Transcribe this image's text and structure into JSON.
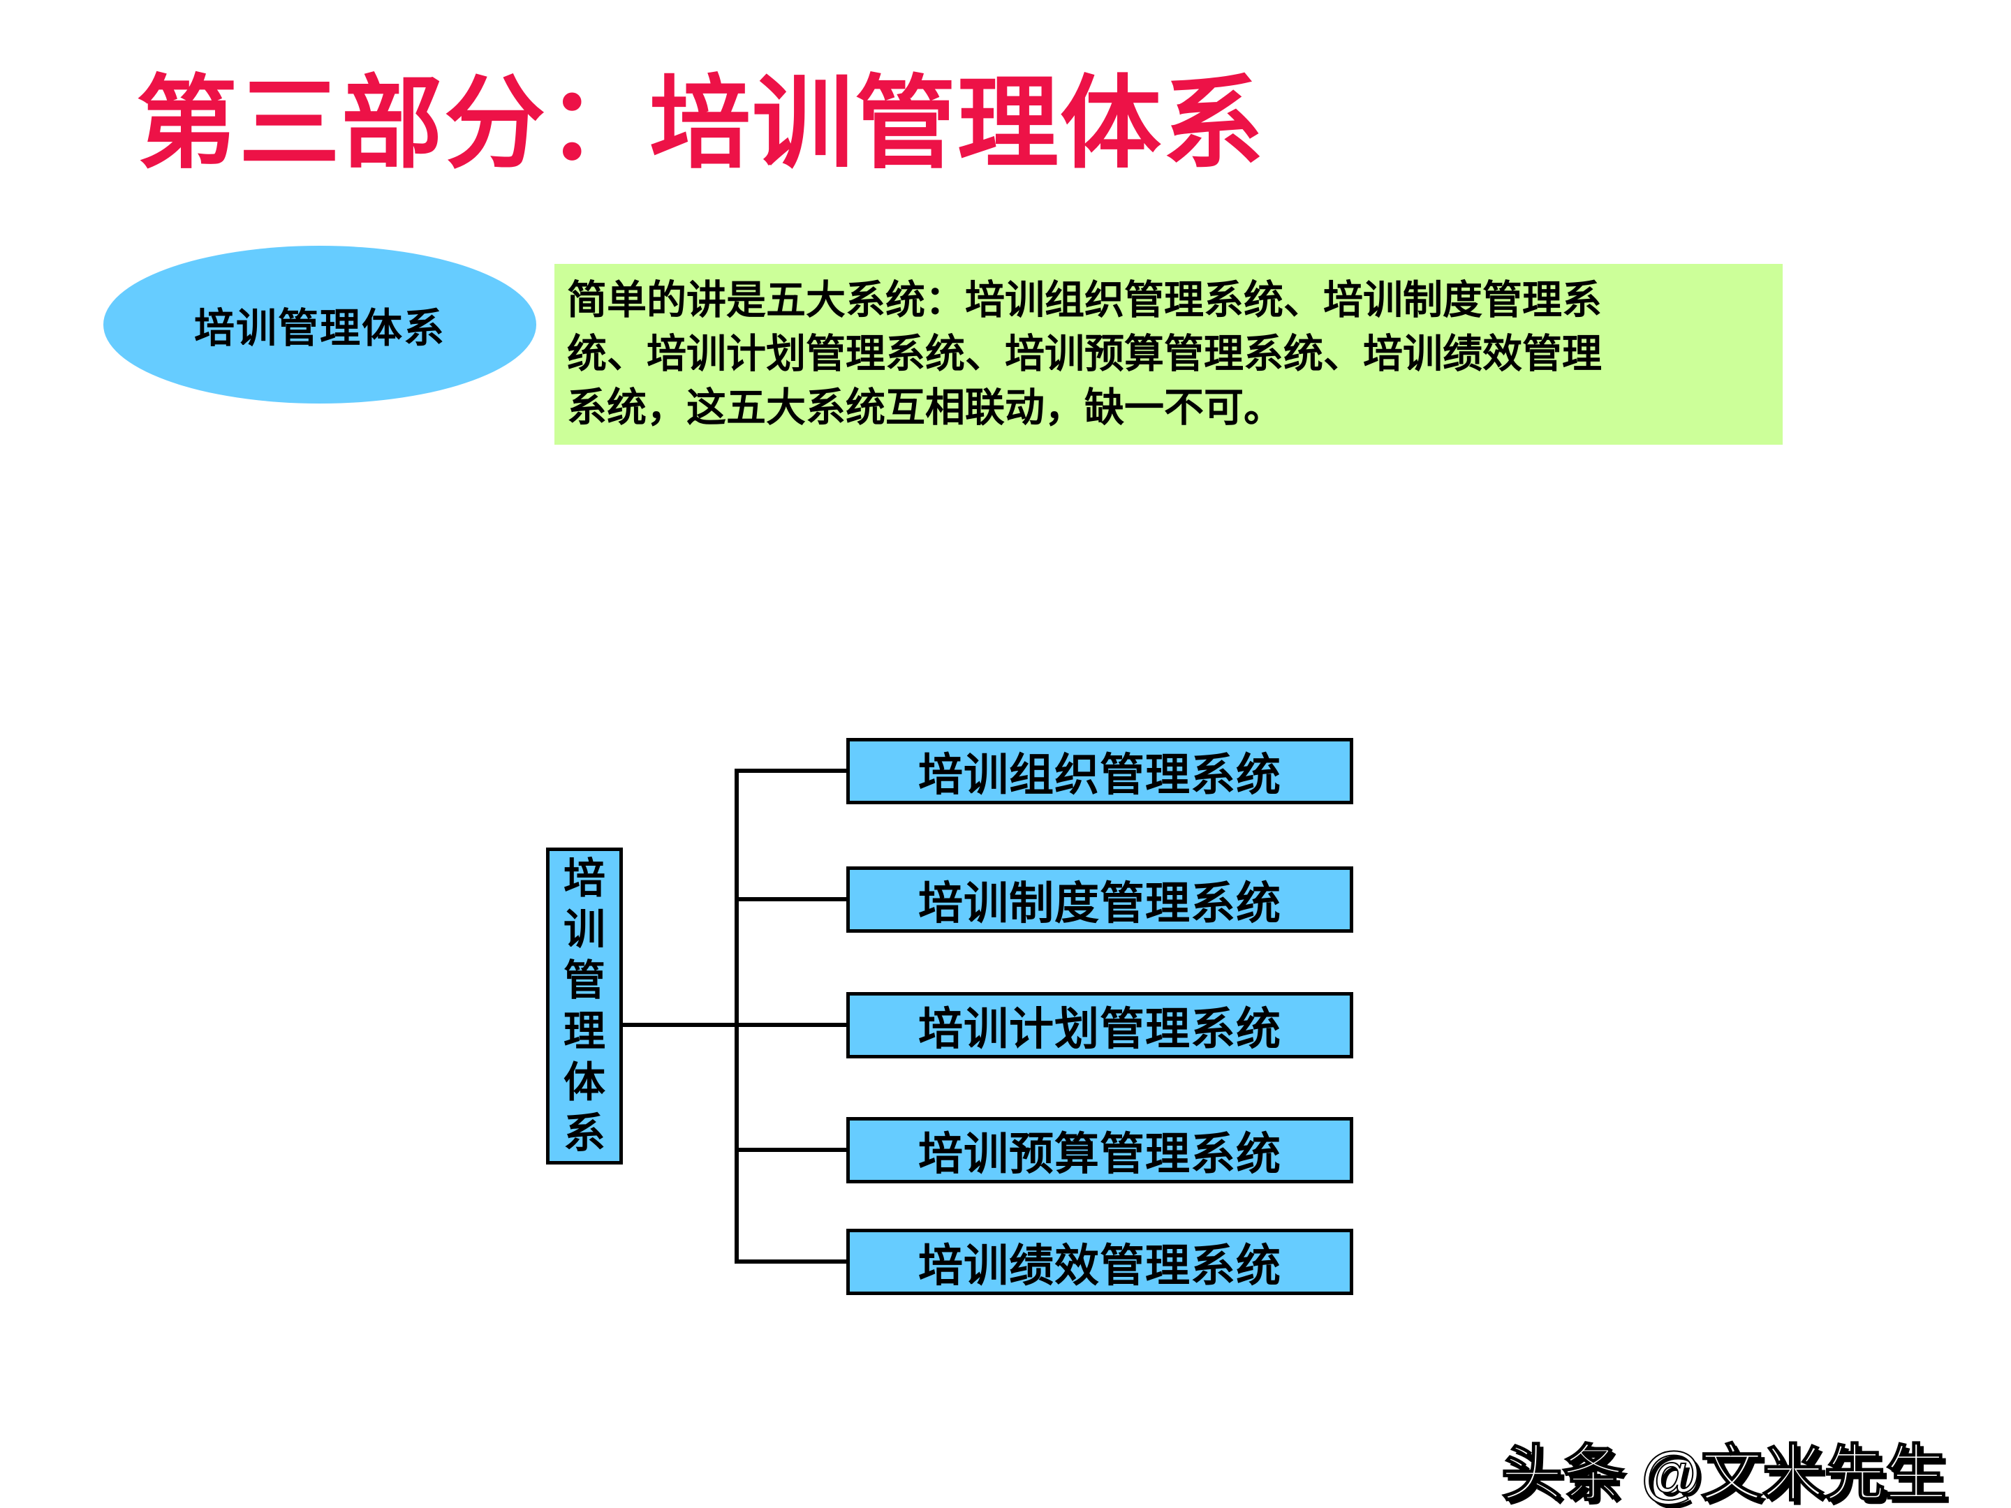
{
  "title": "第三部分：培训管理体系",
  "topic_ellipse": {
    "label": "培训管理体系"
  },
  "note": {
    "lines": [
      "简单的讲是五大系统：培训组织管理系统、培训制度管理系",
      "统、培训计划管理系统、培训预算管理系统、培训绩效管理",
      "系统，这五大系统互相联动，缺一不可。"
    ]
  },
  "diagram": {
    "root": {
      "label": "培训管理体系"
    },
    "systems": [
      {
        "label": "培训组织管理系统"
      },
      {
        "label": "培训制度管理系统"
      },
      {
        "label": "培训计划管理系统"
      },
      {
        "label": "培训预算管理系统"
      },
      {
        "label": "培训绩效管理系统"
      }
    ]
  },
  "watermark": {
    "text": "头条 @文米先生"
  },
  "colors": {
    "title_red": "#ED1247",
    "shape_blue": "#66CCFF",
    "note_green": "#CCFF99",
    "line_black": "#000000"
  }
}
